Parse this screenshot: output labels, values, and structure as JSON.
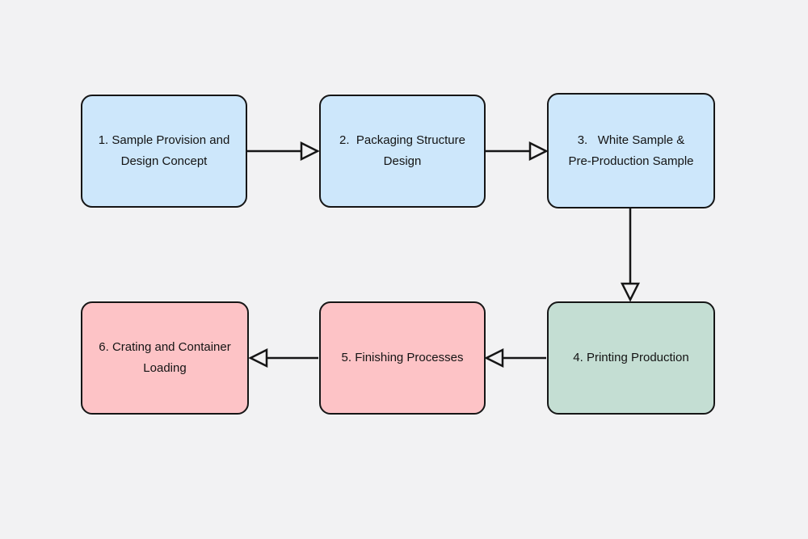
{
  "diagram": {
    "background_color": "#f2f2f3",
    "line_color": "#161616",
    "arrowhead_style": "hollow-triangle",
    "nodes": [
      {
        "id": "1",
        "label": "1. Sample Provision and Design Concept",
        "lines": [
          "1. Sample Provision and",
          "Design Concept"
        ],
        "fill": "#cde7fb"
      },
      {
        "id": "2",
        "label": "2.  Packaging Structure Design",
        "lines": [
          "2.  Packaging Structure",
          "Design"
        ],
        "fill": "#cde7fb"
      },
      {
        "id": "3",
        "label": "3.   White Sample & Pre-Production Sample",
        "lines": [
          "3.   White Sample &",
          "Pre-Production Sample"
        ],
        "fill": "#cde7fb"
      },
      {
        "id": "4",
        "label": "4. Printing Production",
        "lines": [
          "4. Printing Production"
        ],
        "fill": "#c4ded3"
      },
      {
        "id": "5",
        "label": "5. Finishing Processes",
        "lines": [
          "5. Finishing Processes"
        ],
        "fill": "#fdc3c6"
      },
      {
        "id": "6",
        "label": "6. Crating and Container Loading",
        "lines": [
          "6. Crating and Container",
          "Loading"
        ],
        "fill": "#fdc3c6"
      }
    ],
    "edges": [
      {
        "from": "1",
        "to": "2",
        "direction": "right"
      },
      {
        "from": "2",
        "to": "3",
        "direction": "right"
      },
      {
        "from": "3",
        "to": "4",
        "direction": "down"
      },
      {
        "from": "4",
        "to": "5",
        "direction": "left"
      },
      {
        "from": "5",
        "to": "6",
        "direction": "left"
      }
    ]
  }
}
